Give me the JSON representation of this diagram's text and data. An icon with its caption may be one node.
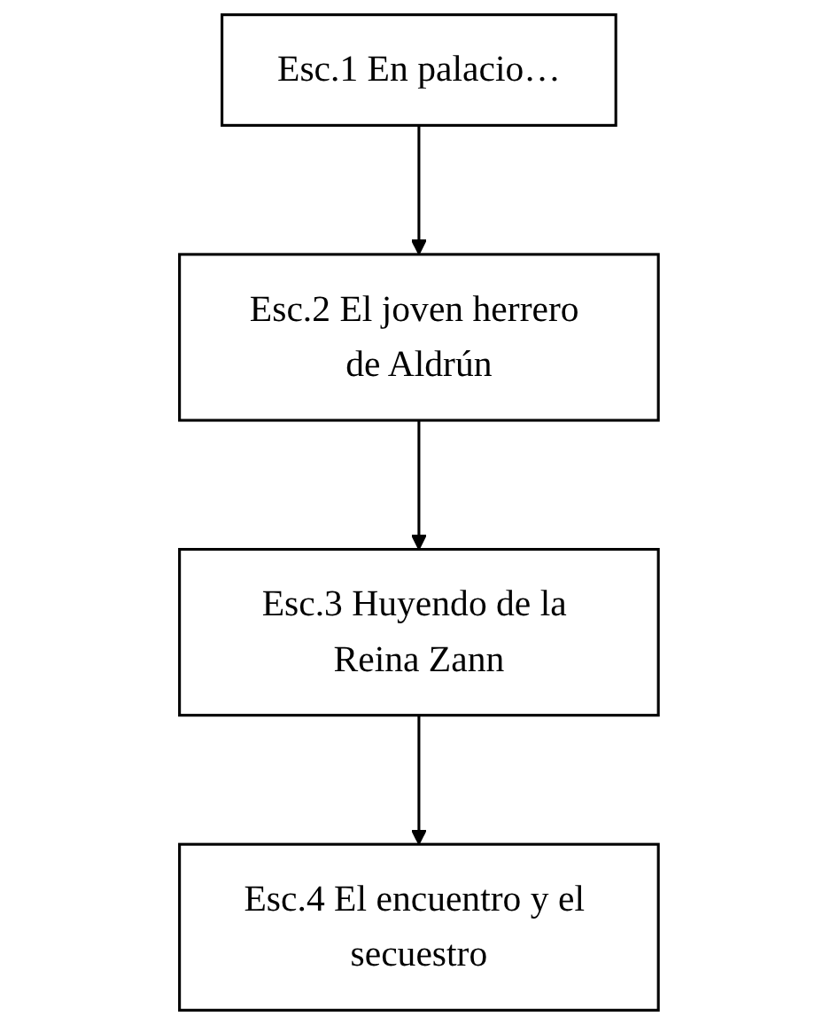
{
  "diagram": {
    "nodes": [
      {
        "text": [
          "Esc.1 En palacio…"
        ]
      },
      {
        "text": [
          "Esc.2 El joven herrero de Aldrún"
        ]
      },
      {
        "text": [
          "Esc.3 Huyendo de la Reina Zann"
        ]
      },
      {
        "text": [
          "Esc.4 El encuentro y el secuestro"
        ]
      }
    ],
    "edges": [
      {
        "from": 0,
        "to": 1,
        "arrow": "to"
      },
      {
        "from": 1,
        "to": 2,
        "arrow": "to"
      },
      {
        "from": 2,
        "to": 3,
        "arrow": "to"
      }
    ]
  }
}
